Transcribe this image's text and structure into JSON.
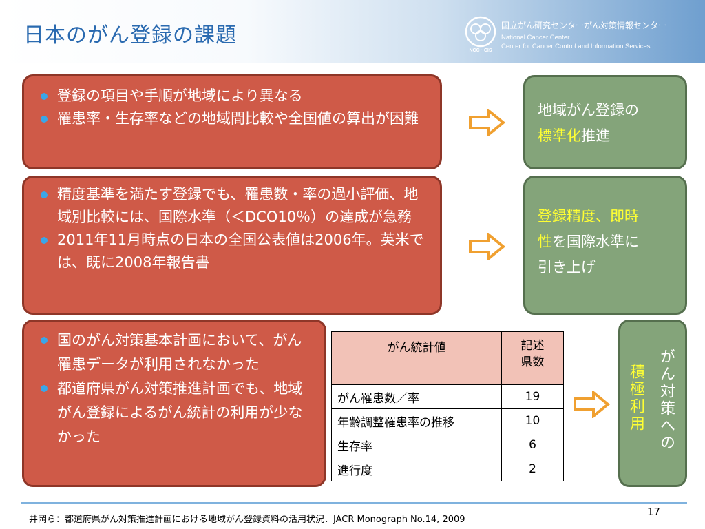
{
  "header": {
    "title": "日本のがん登録の課題",
    "org_jp": "国立がん研究センターがん対策情報センター",
    "org_en_line1": "National Cancer Center",
    "org_en_line2": "Center for Cancer Control and Information Services",
    "logo_text": "NCC · CIS"
  },
  "box1": {
    "items": [
      "登録の項目や手順が地域により異なる",
      "罹患率・生存率などの地域間比較や全国値の算出が困難"
    ]
  },
  "box2": {
    "items": [
      "精度基準を満たす登録でも、罹患数・率の過小評価、地域別比較には、国際水準（＜DCO10％）の達成が急務",
      "2011年11月時点の日本の全国公表値は2006年。英米では、既に2008年報告書"
    ]
  },
  "box3": {
    "items": [
      "国のがん対策基本計画において、がん罹患データが利用されなかった",
      "都道府県がん対策推進計画でも、地域がん登録によるがん統計の利用が少なかった"
    ]
  },
  "green1": {
    "line1": "地域がん登録の",
    "highlight": "標準化",
    "rest": "推進"
  },
  "green2": {
    "highlight1": "登録精度、即時",
    "highlight2": "性",
    "rest1": "を国際水準に",
    "rest2": "引き上げ"
  },
  "green3": {
    "white_text": "がん対策への",
    "yellow_text": "積極利用"
  },
  "table": {
    "header_col1": "がん統計値",
    "header_col2_line1": "記述",
    "header_col2_line2": "県数",
    "rows": [
      {
        "label": "がん罹患数／率",
        "value": "19"
      },
      {
        "label": "年齢調整罹患率の推移",
        "value": "10"
      },
      {
        "label": "生存率",
        "value": "6"
      },
      {
        "label": "進行度",
        "value": "2"
      }
    ]
  },
  "footer": {
    "citation": "井岡ら：都道府県がん対策推進計画における地域がん登録資料の活用状況．JACR Monograph No.14, 2009",
    "page_number": "17"
  },
  "colors": {
    "title_blue": "#2a6ab0",
    "red_box": "#cf5a48",
    "green_box": "#84a47a",
    "highlight_yellow": "#ffff33",
    "arrow_orange": "#f0a030",
    "bullet_blue": "#3aa6e8",
    "table_header": "#f2c2b7"
  },
  "icons": {
    "arrow": "hollow-right-arrow-icon",
    "logo": "ncc-cis-logo-icon"
  }
}
